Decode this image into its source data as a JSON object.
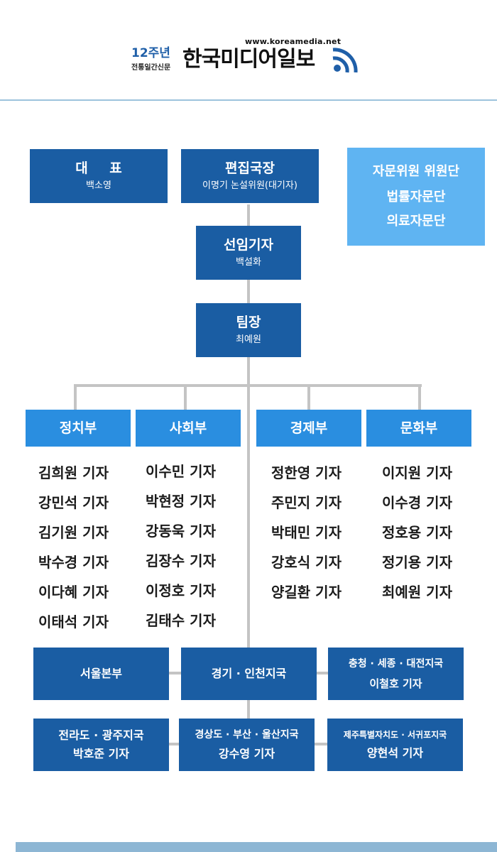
{
  "header": {
    "url": "www.koreamedia.net",
    "years": "12주년",
    "tagline": "전통일간신문",
    "name": "한국미디어일보"
  },
  "org": {
    "ceo": {
      "title": "대 표",
      "name": "백소영"
    },
    "chief_editor": {
      "title": "편집국장",
      "name": "이명기 논설위원(대기자)"
    },
    "advisory": {
      "title": "자문위원 위원단",
      "items": [
        "법률자문단",
        "의료자문단"
      ]
    },
    "senior_reporter": {
      "title": "선임기자",
      "name": "백설화"
    },
    "team_lead": {
      "title": "팀장",
      "name": "최예원"
    },
    "departments": [
      {
        "name": "정치부",
        "members": [
          "김희원 기자",
          "강민석 기자",
          "김기원 기자",
          "박수경 기자",
          "이다혜 기자",
          "이태석 기자"
        ]
      },
      {
        "name": "사회부",
        "members": [
          "이수민 기자",
          "박현정 기자",
          "강동욱 기자",
          "김장수 기자",
          "이정호 기자",
          "김태수 기자"
        ]
      },
      {
        "name": "경제부",
        "members": [
          "정한영 기자",
          "주민지 기자",
          "박태민 기자",
          "강호식 기자",
          "양길환 기자"
        ]
      },
      {
        "name": "문화부",
        "members": [
          "이지원 기자",
          "이수경 기자",
          "정호용 기자",
          "정기용 기자",
          "최예원 기자"
        ]
      }
    ],
    "branches": [
      {
        "name": "서울본부",
        "reporter": ""
      },
      {
        "name": "경기 · 인천지국",
        "reporter": ""
      },
      {
        "name": "충청 · 세종 · 대전지국",
        "reporter": "이철호 기자"
      },
      {
        "name": "전라도 · 광주지국",
        "reporter": "박호준 기자"
      },
      {
        "name": "경상도 · 부산 · 울산지국",
        "reporter": "강수영 기자"
      },
      {
        "name": "제주특별자치도 · 서귀포지국",
        "reporter": "양현석 기자"
      }
    ]
  },
  "colors": {
    "dark_box": "#1a5da3",
    "dept_box": "#2a8ee0",
    "advisory_box": "#5fb4f2",
    "connector": "#c4c4c4"
  }
}
